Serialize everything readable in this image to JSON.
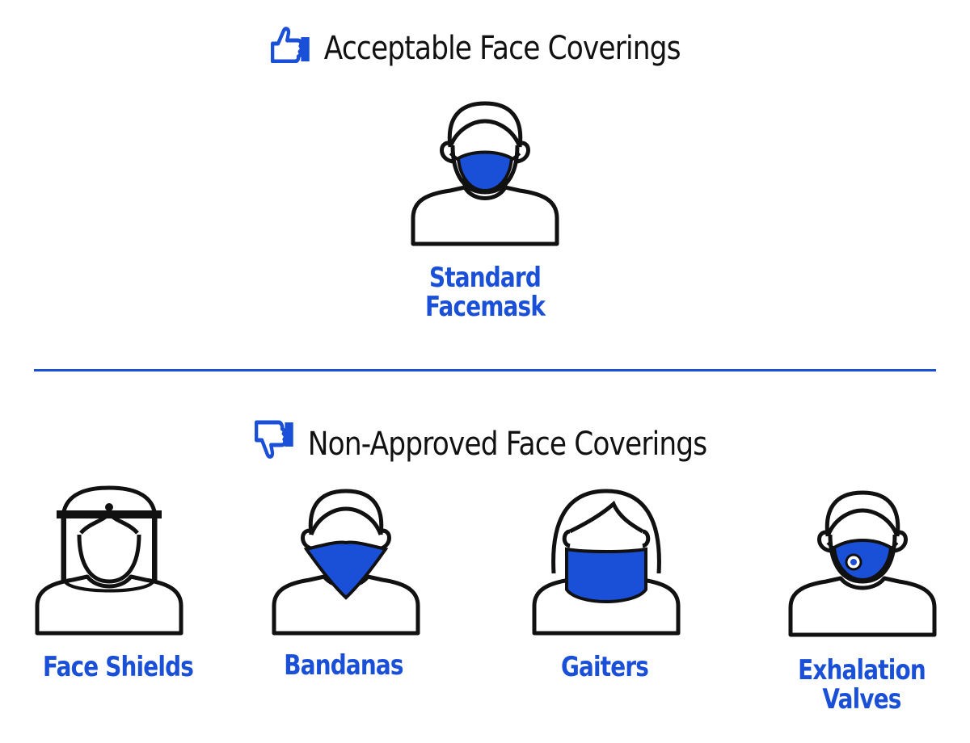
{
  "colors": {
    "accent": "#1a4fd8",
    "text": "#111111",
    "outline": "#111111",
    "background": "#ffffff"
  },
  "acceptable": {
    "icon": "thumbs-up-icon",
    "title": "Acceptable Face Coverings",
    "items": [
      {
        "line1": "Standard",
        "line2": "Facemask",
        "icon": "standard-facemask-icon"
      }
    ]
  },
  "non_approved": {
    "icon": "thumbs-down-icon",
    "title": "Non-Approved Face Coverings",
    "items": [
      {
        "line1": "Face Shields",
        "line2": "",
        "icon": "face-shield-icon"
      },
      {
        "line1": "Bandanas",
        "line2": "",
        "icon": "bandana-icon"
      },
      {
        "line1": "Gaiters",
        "line2": "",
        "icon": "gaiter-icon"
      },
      {
        "line1": "Exhalation",
        "line2": "Valves",
        "icon": "exhalation-valve-mask-icon"
      }
    ]
  }
}
